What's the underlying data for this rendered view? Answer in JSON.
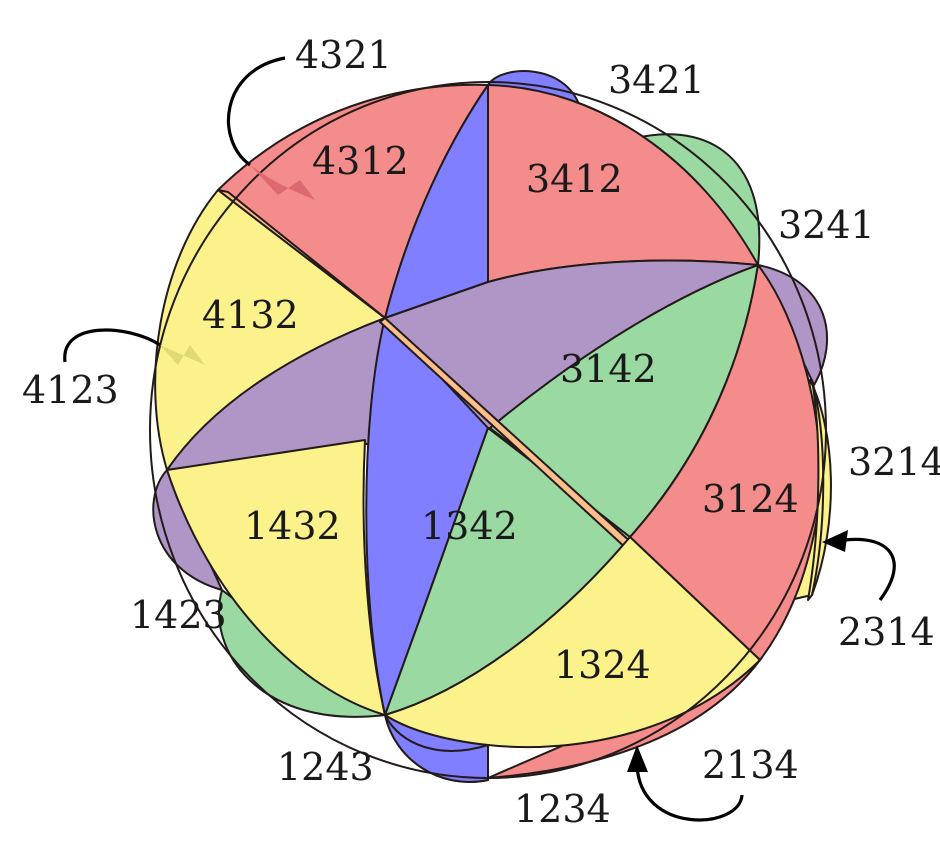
{
  "colors": {
    "red": "#f58c8c",
    "blue": "#7f7fff",
    "green": "#9ad9a2",
    "yellow": "#fcf28c",
    "purple": "#b096c6",
    "orange": "#fcbf8c",
    "outline": "#231a1a"
  },
  "regions": {
    "r4312": "4312",
    "r3412": "3412",
    "r4132": "4132",
    "r3142": "3142",
    "r1432": "1432",
    "r1342": "1342",
    "r3124": "3124",
    "r1324": "1324"
  },
  "outer": {
    "l4321": "4321",
    "l3421": "3421",
    "l3241": "3241",
    "l4123": "4123",
    "l3214": "3214",
    "l2314": "2314",
    "l1423": "1423",
    "l1243": "1243",
    "l2134": "2134",
    "l1234": "1234"
  }
}
